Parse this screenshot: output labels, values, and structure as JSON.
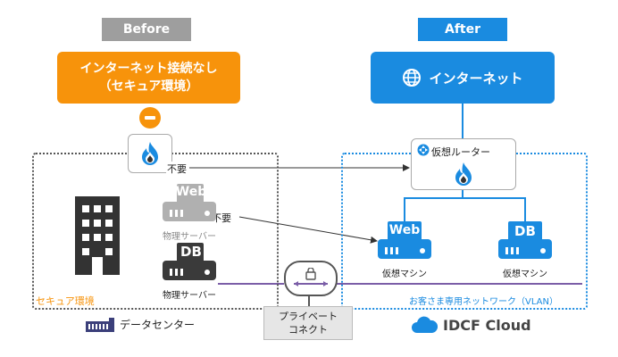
{
  "before": {
    "tag": "Before",
    "box_line1": "インターネット接続なし",
    "box_line2": "（セキュア環境）"
  },
  "after": {
    "tag": "After",
    "box_label": "インターネット"
  },
  "not_needed_1": "不要",
  "not_needed_2": "不要",
  "data_center": {
    "physical_server_web": {
      "badge": "Web",
      "caption": "物理サーバー"
    },
    "physical_server_db": {
      "badge": "DB",
      "caption": "物理サーバー"
    },
    "secure_area_label": "セキュア環境",
    "footer_label": "データセンター"
  },
  "cloud": {
    "router_label": "仮想ルーター",
    "vm_web": {
      "badge": "Web",
      "caption": "仮想マシン"
    },
    "vm_db": {
      "badge": "DB",
      "caption": "仮想マシン"
    },
    "network_label": "お客さま専用ネットワーク（VLAN）",
    "footer_label": "IDCF Cloud"
  },
  "private_connect": {
    "line1": "プライベート",
    "line2": "コネクト"
  },
  "colors": {
    "orange": "#f7930b",
    "blue": "#1a8be0",
    "purple": "#7b5ea7",
    "gray": "#9e9e9e",
    "dark": "#3a3a3a"
  }
}
